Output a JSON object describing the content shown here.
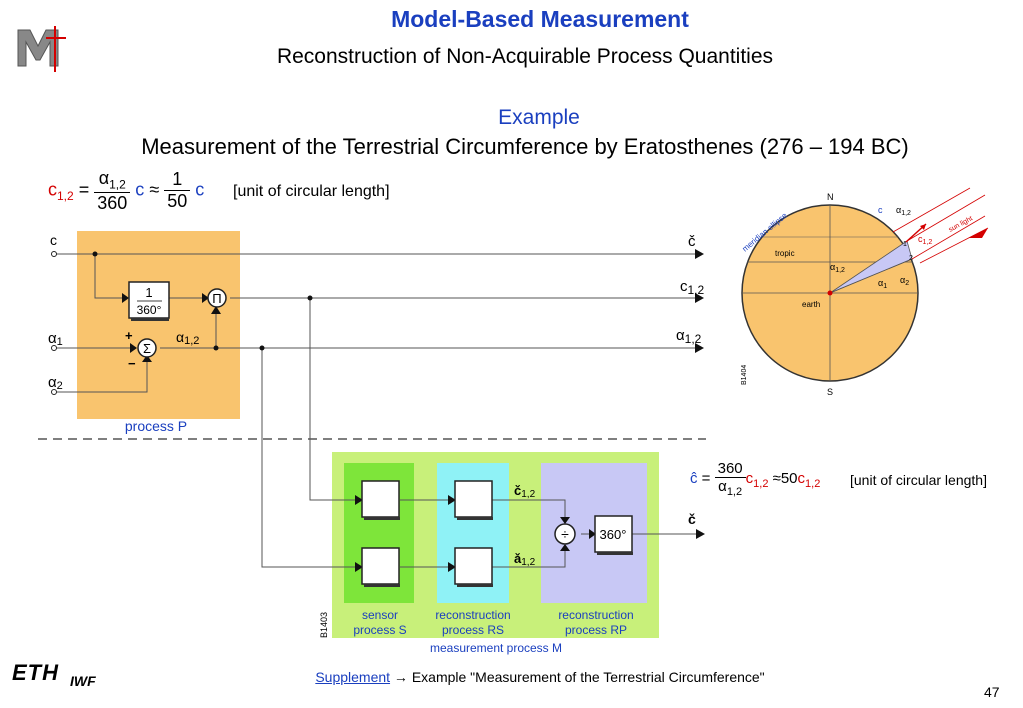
{
  "header": {
    "title": "Model-Based Measurement",
    "subtitle": "Reconstruction of Non-Acquirable Process Quantities"
  },
  "example": {
    "heading": "Example",
    "subheading": "Measurement of the Terrestrial Circumference by Eratosthenes (276 – 194 BC)"
  },
  "equation1": {
    "lhs": "c",
    "lhs_sub": "1,2",
    "num1": "α",
    "num1_sub": "1,2",
    "den1": "360",
    "var1": "c",
    "approx": "≈",
    "num2": "1",
    "den2": "50",
    "var2": "c",
    "unit": "[unit of circular length]"
  },
  "diagram": {
    "in_c": "c",
    "in_a1": "α",
    "in_a1_sub": "1",
    "in_a2": "α",
    "in_a2_sub": "2",
    "out_c": "č",
    "out_c12": "c",
    "out_c12_sub": "1,2",
    "out_a12": "α",
    "out_a12_sub": "1,2",
    "mid_a12": "α",
    "mid_a12_sub": "1,2",
    "gain_num": "1",
    "gain_den": "360°",
    "mult_symbol": "Π",
    "sum_symbol": "Σ",
    "plus": "+",
    "minus": "−",
    "process_p": "process P",
    "sensor": "sensor",
    "sensor2": "process S",
    "recon": "reconstruction",
    "recon2": "process RS",
    "reconp": "reconstruction",
    "reconp2": "process RP",
    "meas": "measurement process M",
    "sig_c12": "č",
    "sig_c12_sub": "1,2",
    "sig_a12": "ǎ",
    "sig_a12_sub": "1,2",
    "div_symbol": "÷",
    "box360": "360°",
    "code": "B1403"
  },
  "equation2": {
    "lhs": "ĉ",
    "num": "360",
    "den": "α",
    "den_sub": "1,2",
    "var": "c",
    "var_sub": "1,2",
    "approx": "≈",
    "factor": "50",
    "var2": "c",
    "var2_sub": "1,2",
    "unit": "[unit of circular length]"
  },
  "earth": {
    "n": "N",
    "s": "S",
    "tropic": "tropic",
    "meridian": "meridian ellipse",
    "earth_label": "earth",
    "sunlight": "sun light",
    "c": "c",
    "a12": "α",
    "a12_sub": "1,2",
    "c12": "c",
    "c12_sub": "1,2",
    "a1": "α",
    "a1_sub": "1",
    "a2": "α",
    "a2_sub": "2",
    "p1": "1",
    "p2": "2",
    "code": "B1404"
  },
  "footer": {
    "link": "Supplement",
    "text": " → Example \"Measurement of the Terrestrial Circumference\"",
    "page": "47",
    "eth": "ETH",
    "iwf": "IWF"
  },
  "colors": {
    "orange": "#f9c46e",
    "green": "#c8f07a",
    "green_dark": "#7ee53a",
    "cyan": "#8ff2f6",
    "lavender": "#c8c8f5",
    "blue": "#1a3fbf",
    "red": "#d40000"
  }
}
